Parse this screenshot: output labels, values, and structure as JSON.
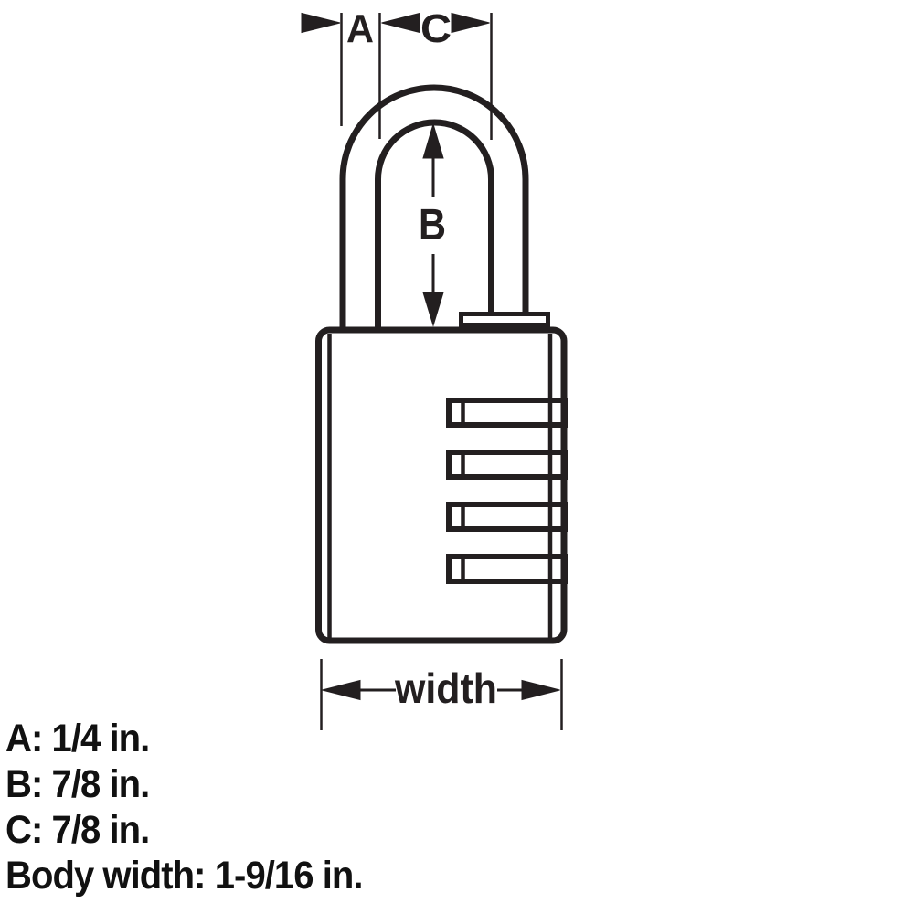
{
  "colors": {
    "line": "#231f20",
    "text": "#111111",
    "background": "#ffffff"
  },
  "diagram": {
    "name": "combination-padlock-dimension-diagram",
    "labels": {
      "a": "A",
      "b": "B",
      "c": "C",
      "width": "width"
    }
  },
  "specs": {
    "a": "A: 1/4 in.",
    "b": "B: 7/8 in.",
    "c": "C: 7/8 in.",
    "body_width": "Body width: 1-9/16 in."
  }
}
